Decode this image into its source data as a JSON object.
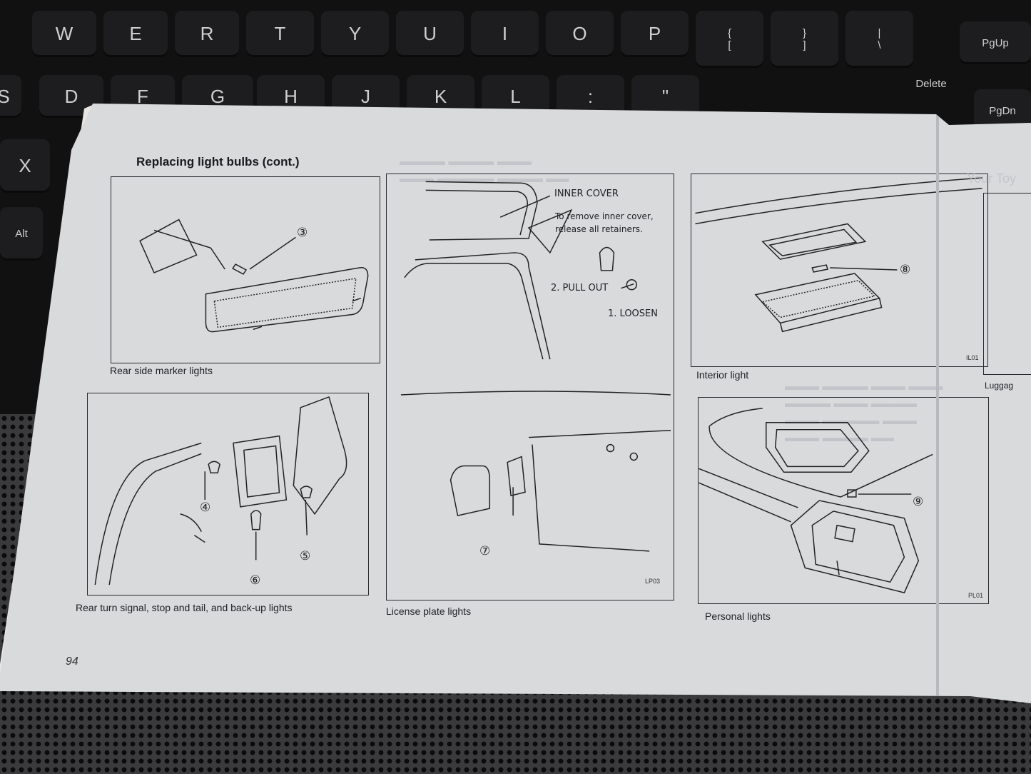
{
  "keyboard": {
    "row1": [
      "W",
      "E",
      "R",
      "T",
      "Y",
      "U",
      "I",
      "O",
      "P",
      "{",
      "}",
      "|"
    ],
    "row1_lower": [
      "[",
      "]",
      "\\"
    ],
    "row2": [
      "S",
      "D",
      "F",
      "G",
      "H",
      "J",
      "K",
      "L",
      ":",
      "\""
    ],
    "side": [
      "PgUp",
      "Delete",
      "PgDn"
    ],
    "left": [
      "X",
      "Alt"
    ]
  },
  "manual": {
    "title": "Replacing light bulbs (cont.)",
    "page_number": "94",
    "figures": [
      {
        "caption": "Rear side marker lights",
        "callouts": [
          "③"
        ]
      },
      {
        "caption": "Rear turn signal, stop and tail, and back-up lights",
        "callouts": [
          "④",
          "⑤",
          "⑥"
        ]
      },
      {
        "caption": "License plate lights",
        "code": "LP03",
        "callouts": [
          "⑦"
        ],
        "labels": {
          "inner_cover": "INNER COVER",
          "note_line1": "To remove inner cover,",
          "note_line2": "release all retainers.",
          "pull_out": "2. PULL OUT",
          "loosen": "1. LOOSEN"
        }
      },
      {
        "caption": "Interior light",
        "code": "IL01",
        "callouts": [
          "⑧"
        ]
      },
      {
        "caption": "Personal lights",
        "code": "PL01",
        "callouts": [
          "⑨"
        ]
      }
    ],
    "next_page_partial": {
      "caption": "Luggag",
      "heading": "Your Toy"
    }
  }
}
